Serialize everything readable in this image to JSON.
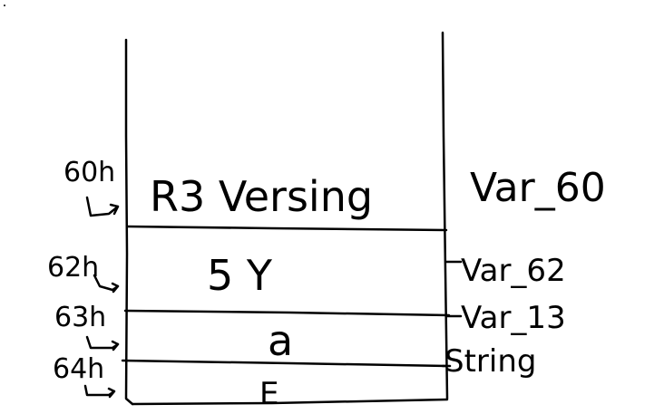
{
  "stack": {
    "cells": [
      {
        "value": "R3 Versing",
        "address": "60h",
        "label": "Var_60"
      },
      {
        "value": "5 Y",
        "address": "62h",
        "label": "Var_62"
      },
      {
        "value": "a",
        "address": "63h",
        "label": "Var_13"
      },
      {
        "value": "E",
        "address": "64h",
        "label": "String"
      }
    ]
  },
  "ink_color": "#000000",
  "background_color": "#ffffff"
}
